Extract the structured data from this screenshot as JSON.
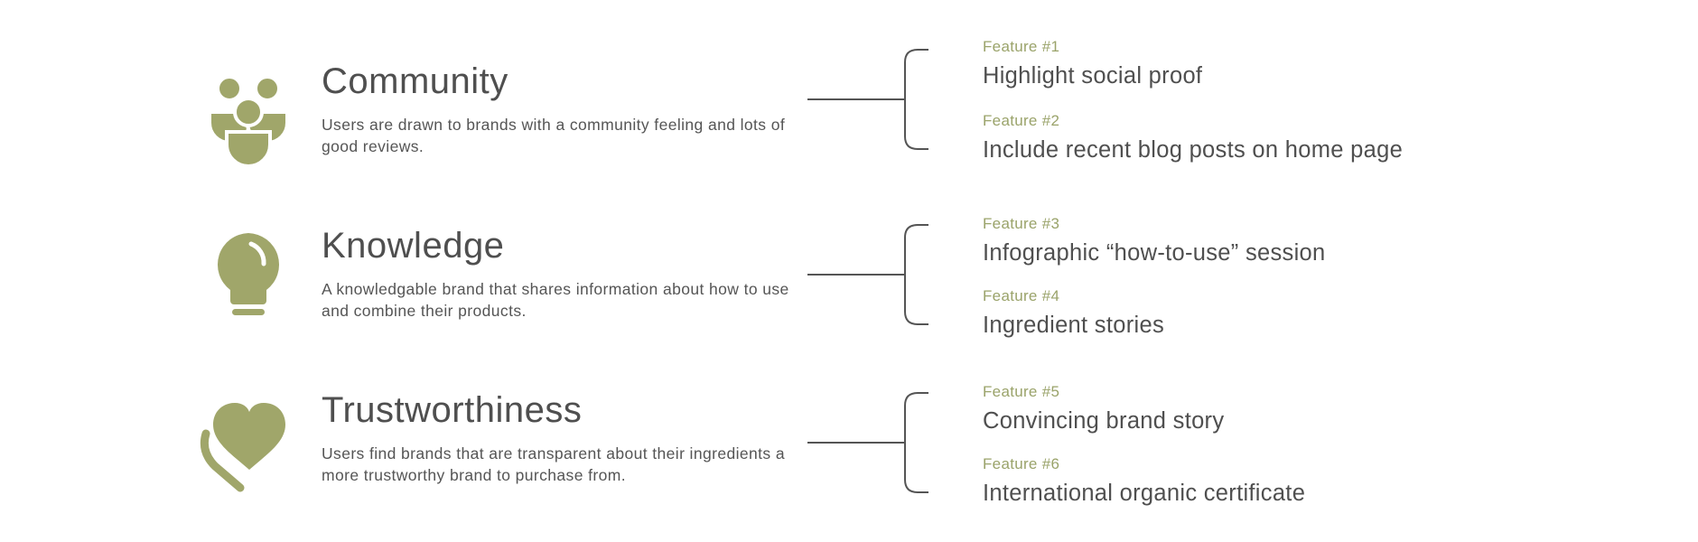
{
  "colors": {
    "accent": "#a0a66a",
    "text": "#4f4f4f",
    "line": "#555555"
  },
  "pillars": [
    {
      "icon": "community-icon",
      "title": "Community",
      "description": "Users are drawn to brands with a community feeling and lots of good reviews.",
      "features": [
        {
          "label": "Feature #1",
          "text": "Highlight social proof"
        },
        {
          "label": "Feature #2",
          "text": "Include recent blog posts on home page"
        }
      ]
    },
    {
      "icon": "lightbulb-icon",
      "title": "Knowledge",
      "description": "A knowledgable brand that shares information about how to use and combine their products.",
      "features": [
        {
          "label": "Feature #3",
          "text": "Infographic “how-to-use” session"
        },
        {
          "label": "Feature #4",
          "text": "Ingredient stories"
        }
      ]
    },
    {
      "icon": "heart-icon",
      "title": "Trustworthiness",
      "description": "Users find brands that are transparent about their ingredients a more trustworthy brand to purchase from.",
      "features": [
        {
          "label": "Feature #5",
          "text": "Convincing brand story"
        },
        {
          "label": "Feature #6",
          "text": "International organic certificate"
        }
      ]
    }
  ]
}
